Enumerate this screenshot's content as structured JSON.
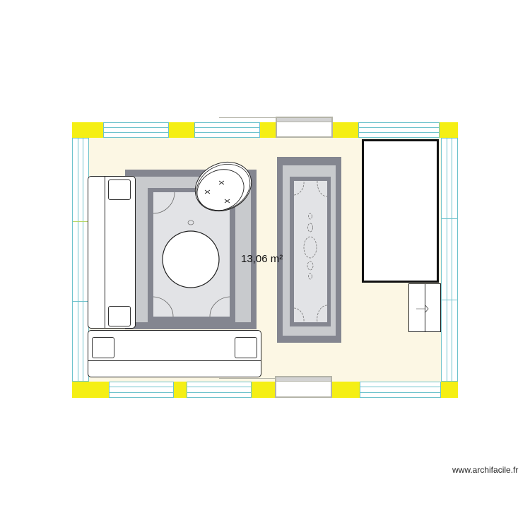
{
  "plan": {
    "room_area_label": "13,06 m²",
    "watermark": "www.archifacile.fr",
    "colors": {
      "floor": "#fcf7e4",
      "wall": "#f5ef14",
      "window_frame": "#6ec3cc",
      "rug_dark": "#848690",
      "rug_mid": "#c8cacd",
      "rug_light": "#e2e3e6",
      "door_frame": "#b4b4a8"
    },
    "windows_top": [
      "window-top-1",
      "window-top-2",
      "window-top-3"
    ],
    "windows_bottom": [
      "window-bottom-1",
      "window-bottom-2",
      "window-bottom-3"
    ],
    "windows_left": [
      "window-left"
    ],
    "windows_right": [
      "window-right"
    ],
    "doors": [
      "door-top",
      "door-bottom"
    ],
    "furniture": [
      "sofa-left",
      "sofa-bottom",
      "coffee-table-round",
      "pouf-round",
      "rug-large",
      "rug-runner",
      "bed-or-cabinet",
      "nightstand"
    ]
  }
}
